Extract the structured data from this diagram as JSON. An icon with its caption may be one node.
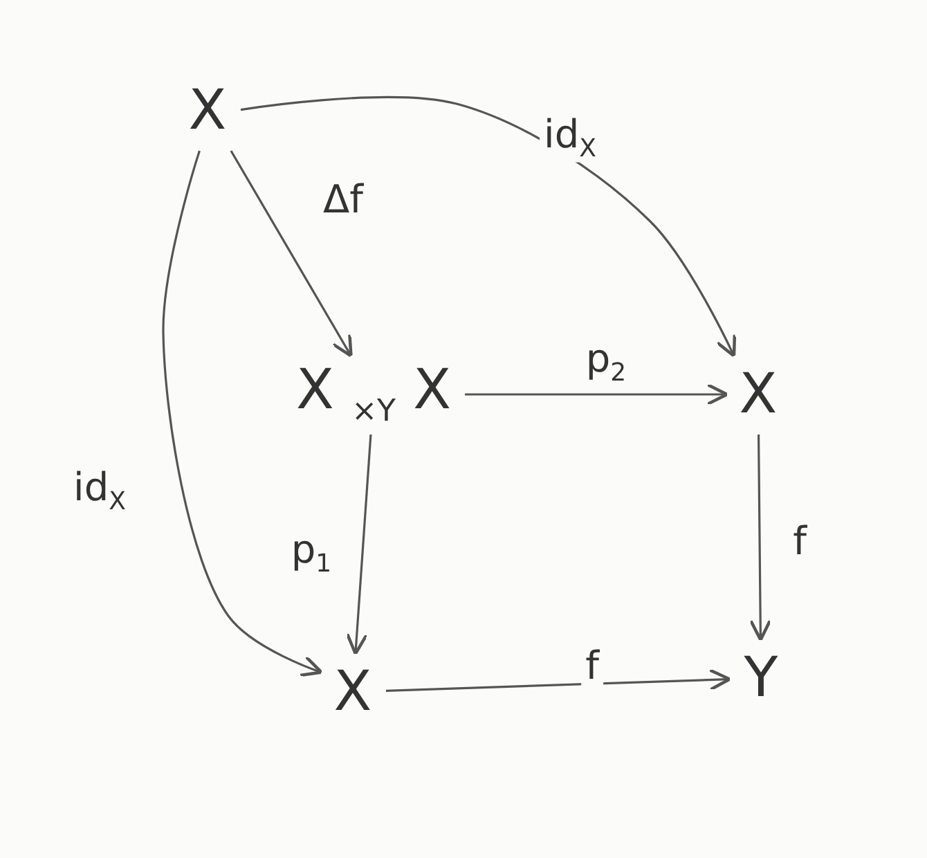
{
  "diagram": {
    "nodes": [
      {
        "text": [
          "X"
        ]
      },
      {
        "text": [
          "X $_{×Y}$ X"
        ]
      },
      {
        "text": [
          "X"
        ]
      },
      {
        "text": [
          "X"
        ]
      },
      {
        "text": [
          "Y"
        ]
      }
    ],
    "edges": [
      {
        "from": 0,
        "to": 1,
        "arrow": "to",
        "label": "Δf"
      },
      {
        "from": 0,
        "to": 2,
        "arrow": "to",
        "label": "id$_{X}$"
      },
      {
        "from": 0,
        "to": 3,
        "arrow": "to",
        "label": "id$_{X}$"
      },
      {
        "from": 1,
        "to": 2,
        "arrow": "to",
        "label": "p$_{2}$"
      },
      {
        "from": 1,
        "to": 3,
        "arrow": "to",
        "label": "p$_{1}$"
      },
      {
        "from": 2,
        "to": 4,
        "arrow": "to",
        "label": "f"
      },
      {
        "from": 3,
        "to": 4,
        "arrow": "to",
        "label": "f"
      }
    ]
  }
}
